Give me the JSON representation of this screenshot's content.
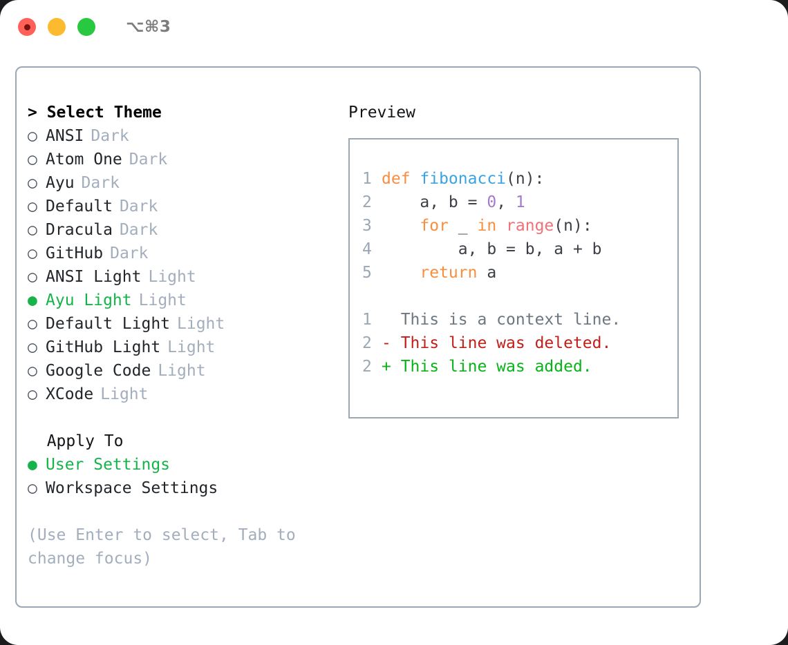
{
  "window": {
    "shortcut": "⌥⌘3",
    "traffic_lights": [
      "close",
      "minimize",
      "maximize"
    ]
  },
  "theme_section": {
    "title": "> Select Theme",
    "focused": true,
    "items": [
      {
        "bullet": "○",
        "label": "ANSI",
        "badge": "Dark",
        "selected": false
      },
      {
        "bullet": "○",
        "label": "Atom One",
        "badge": "Dark",
        "selected": false
      },
      {
        "bullet": "○",
        "label": "Ayu",
        "badge": "Dark",
        "selected": false
      },
      {
        "bullet": "○",
        "label": "Default",
        "badge": "Dark",
        "selected": false
      },
      {
        "bullet": "○",
        "label": "Dracula",
        "badge": "Dark",
        "selected": false
      },
      {
        "bullet": "○",
        "label": "GitHub",
        "badge": "Dark",
        "selected": false
      },
      {
        "bullet": "○",
        "label": "ANSI Light",
        "badge": "Light",
        "selected": false
      },
      {
        "bullet": "●",
        "label": "Ayu Light",
        "badge": "Light",
        "selected": true
      },
      {
        "bullet": "○",
        "label": "Default Light",
        "badge": "Light",
        "selected": false
      },
      {
        "bullet": "○",
        "label": "GitHub Light",
        "badge": "Light",
        "selected": false
      },
      {
        "bullet": "○",
        "label": "Google Code",
        "badge": "Light",
        "selected": false
      },
      {
        "bullet": "○",
        "label": "XCode",
        "badge": "Light",
        "selected": false
      }
    ]
  },
  "apply_section": {
    "title": "  Apply To",
    "items": [
      {
        "bullet": "●",
        "label": "User Settings",
        "selected": true
      },
      {
        "bullet": "○",
        "label": "Workspace Settings",
        "selected": false
      }
    ]
  },
  "hint": "(Use Enter to select, Tab to change focus)",
  "preview": {
    "heading": "Preview",
    "code_lines": [
      {
        "n": "1",
        "tokens": [
          {
            "t": "def ",
            "cls": "tok-kw"
          },
          {
            "t": "fibonacci",
            "cls": "tok-fn"
          },
          {
            "t": "(n):",
            "cls": "tok-plain"
          }
        ]
      },
      {
        "n": "2",
        "tokens": [
          {
            "t": "    a, b = ",
            "cls": "tok-plain"
          },
          {
            "t": "0",
            "cls": "tok-num"
          },
          {
            "t": ", ",
            "cls": "tok-plain"
          },
          {
            "t": "1",
            "cls": "tok-num"
          }
        ]
      },
      {
        "n": "3",
        "tokens": [
          {
            "t": "    ",
            "cls": "tok-plain"
          },
          {
            "t": "for",
            "cls": "tok-kw"
          },
          {
            "t": " _ ",
            "cls": "tok-plain"
          },
          {
            "t": "in",
            "cls": "tok-kw"
          },
          {
            "t": " ",
            "cls": "tok-plain"
          },
          {
            "t": "range",
            "cls": "tok-call"
          },
          {
            "t": "(n):",
            "cls": "tok-plain"
          }
        ]
      },
      {
        "n": "4",
        "tokens": [
          {
            "t": "        a, b = b, a + b",
            "cls": "tok-plain"
          }
        ]
      },
      {
        "n": "5",
        "tokens": [
          {
            "t": "    ",
            "cls": "tok-plain"
          },
          {
            "t": "return",
            "cls": "tok-kw"
          },
          {
            "t": " a",
            "cls": "tok-plain"
          }
        ]
      }
    ],
    "diff_lines": [
      {
        "n": "1",
        "marker": "  ",
        "text": "This is a context line.",
        "kind": "diff-ctx"
      },
      {
        "n": "2",
        "marker": "- ",
        "text": "This line was deleted.",
        "kind": "diff-del"
      },
      {
        "n": "2",
        "marker": "+ ",
        "text": "This line was added.",
        "kind": "diff-add"
      }
    ]
  },
  "colors": {
    "accent_green": "#16b34a",
    "badge_gray": "#a3aebd",
    "border": "#9aa7b5",
    "keyword_orange": "#fa8d3e",
    "function_blue": "#3aa3e3",
    "call_salmon": "#f07178",
    "number_purple": "#a37acc",
    "diff_deleted": "#c0201a",
    "diff_added": "#07b418"
  }
}
